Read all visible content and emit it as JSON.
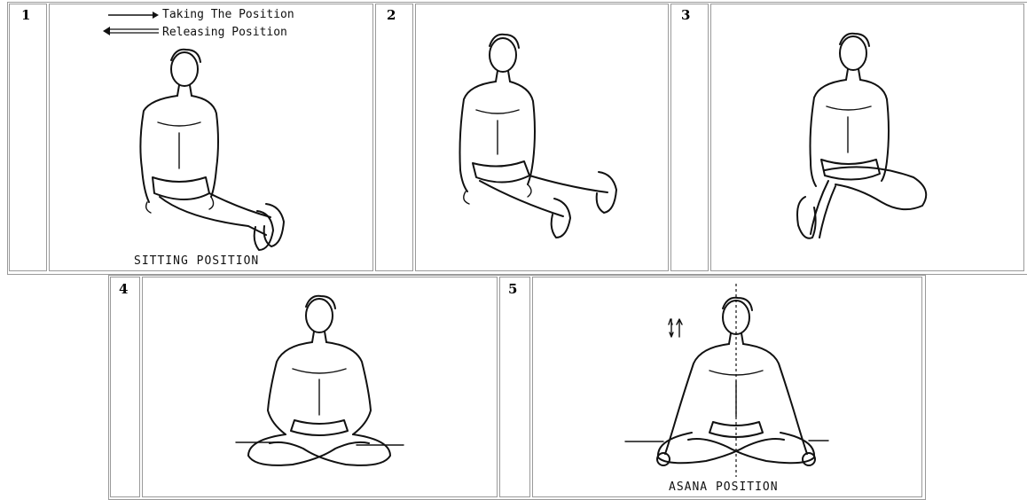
{
  "panels": [
    {
      "number": "1",
      "caption": "SITTING POSITION"
    },
    {
      "number": "2",
      "caption": ""
    },
    {
      "number": "3",
      "caption": ""
    },
    {
      "number": "4",
      "caption": ""
    },
    {
      "number": "5",
      "caption": "ASANA POSITION"
    }
  ],
  "legend": {
    "taking": "Taking The Position",
    "releasing": "Releasing Position"
  }
}
